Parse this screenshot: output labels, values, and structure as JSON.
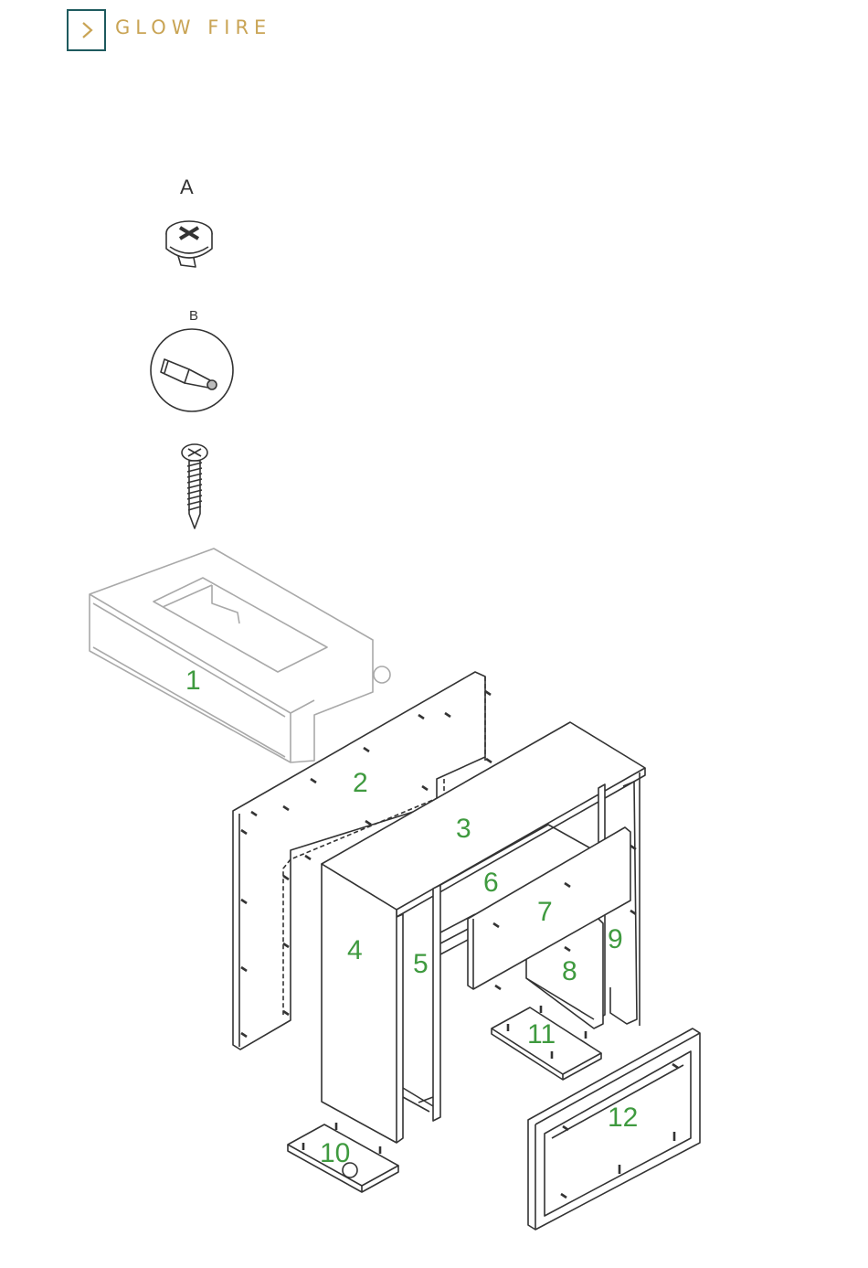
{
  "brand": {
    "name": "GLOW FIRE",
    "accent": "#c9a455",
    "frame": "#1e5a5e"
  },
  "hardware": [
    {
      "id": "A",
      "label": "A",
      "icon": "cam-lock-icon"
    },
    {
      "id": "B",
      "label": "B",
      "icon": "cam-bolt-icon"
    },
    {
      "id": "C",
      "label": "",
      "icon": "screw-icon"
    }
  ],
  "parts": [
    {
      "label": "1"
    },
    {
      "label": "2"
    },
    {
      "label": "3"
    },
    {
      "label": "4"
    },
    {
      "label": "5"
    },
    {
      "label": "6"
    },
    {
      "label": "7"
    },
    {
      "label": "8"
    },
    {
      "label": "9"
    },
    {
      "label": "10"
    },
    {
      "label": "11"
    },
    {
      "label": "12"
    }
  ],
  "colors": {
    "label": "#3f9a3f",
    "line": "#333333"
  }
}
